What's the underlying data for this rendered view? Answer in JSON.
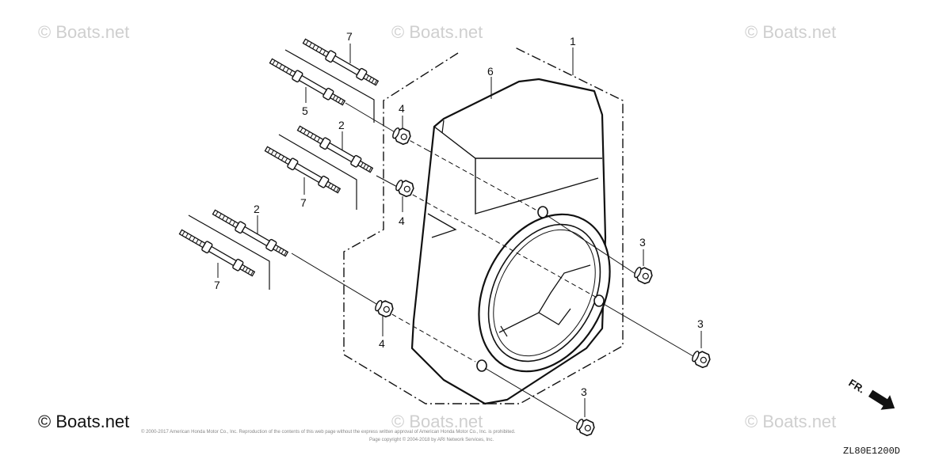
{
  "watermark": {
    "text": "© Boats.net"
  },
  "footer": {
    "copyright": "© Boats.net",
    "fine_print_1": "© 2000-2017 American Honda Motor Co., Inc. Reproduction of the contents of this web page without the express written approval of American Honda Motor Co., Inc. is prohibited.",
    "fine_print_2": "Page copyright © 2004-2018 by ARI Network Services, Inc."
  },
  "diagram_code": "ZL80E1200D",
  "direction_label": "FR.",
  "callouts": {
    "c1": "1",
    "c6": "6",
    "c7a": "7",
    "c5": "5",
    "c4a": "4",
    "c2a": "2",
    "c7b": "7",
    "c4b": "4",
    "c2b": "2",
    "c7c": "7",
    "c4c": "4",
    "c3a": "3",
    "c3b": "3",
    "c3c": "3"
  }
}
